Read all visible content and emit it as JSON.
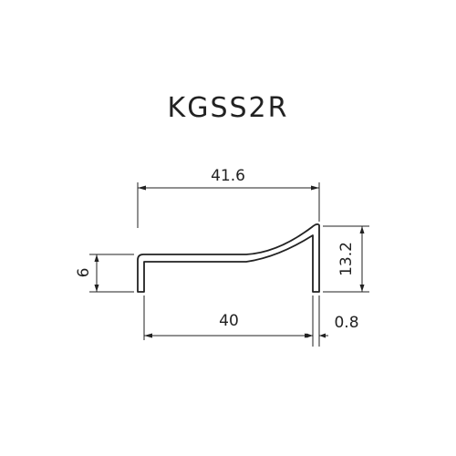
{
  "title": "KGSS2R",
  "dimensions": {
    "overall_width": "41.6",
    "inner_width": "40",
    "wall_thickness": "0.8",
    "left_height": "6",
    "right_height": "13.2"
  },
  "colors": {
    "line": "#222222",
    "background": "#ffffff"
  }
}
